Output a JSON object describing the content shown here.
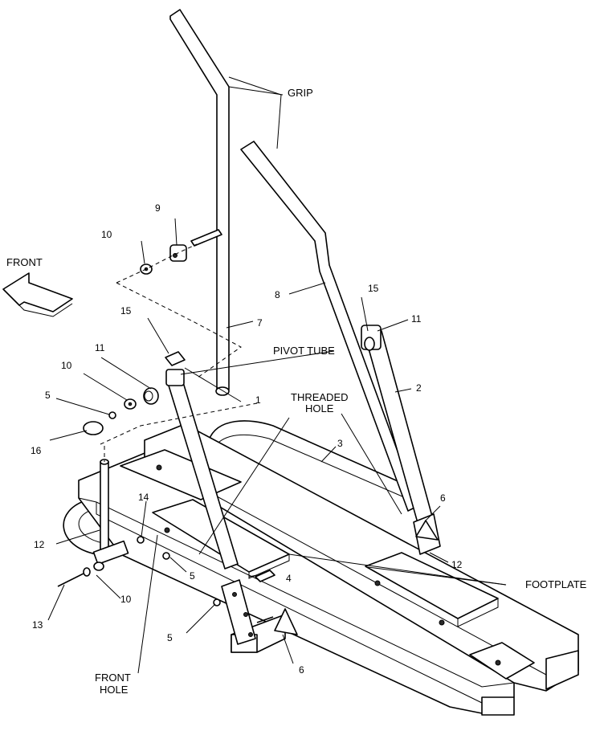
{
  "labels": {
    "grip": "GRIP",
    "front": "FRONT",
    "pivot_tube": "PIVOT TUBE",
    "threaded_hole_line1": "THREADED",
    "threaded_hole_line2": "HOLE",
    "footplate": "FOOTPLATE",
    "front_hole_line1": "FRONT",
    "front_hole_line2": "HOLE"
  },
  "callouts": {
    "p1": "1",
    "p2": "2",
    "p3": "3",
    "p4": "4",
    "p5a": "5",
    "p5b": "5",
    "p5c": "5",
    "p6a": "6",
    "p6b": "6",
    "p7": "7",
    "p8": "8",
    "p9": "9",
    "p10a": "10",
    "p10b": "10",
    "p10c": "10",
    "p11a": "11",
    "p11b": "11",
    "p12a": "12",
    "p12b": "12",
    "p13": "13",
    "p14": "14",
    "p15a": "15",
    "p15b": "15",
    "p16": "16"
  }
}
